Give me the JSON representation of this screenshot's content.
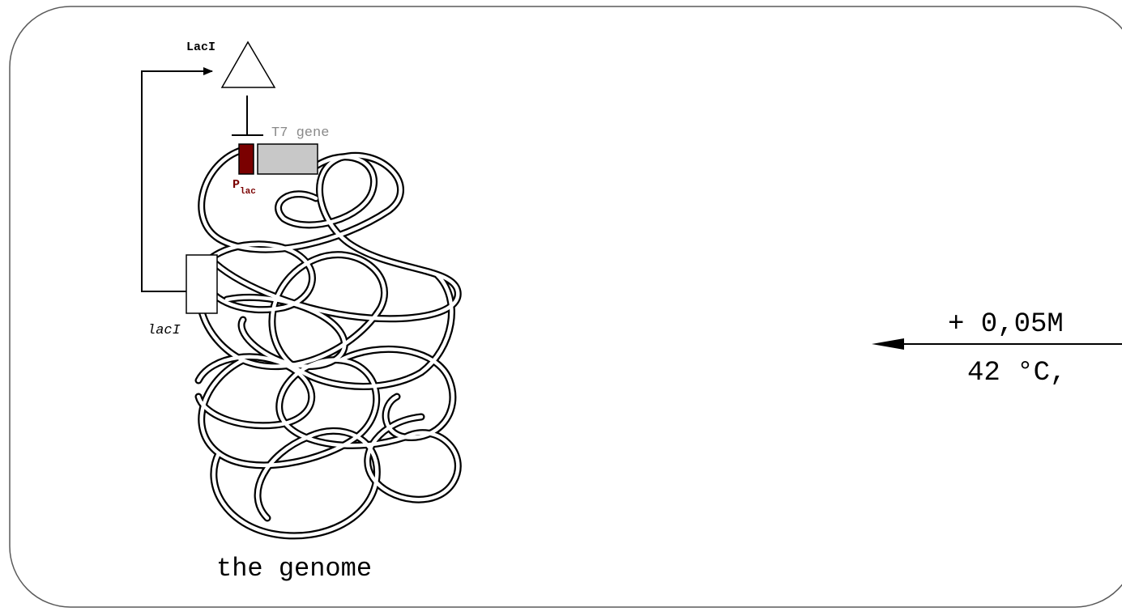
{
  "labels": {
    "protein": "LacI",
    "target_gene": "T7 gene",
    "promoter_letter": "P",
    "promoter_subscript": "lac",
    "repressor_gene": "lacI",
    "genome_caption": "the genome",
    "condition_top": "+ 0,05M",
    "condition_bottom": "42 °C,"
  },
  "colors": {
    "promoter": "#7a0000",
    "target_gene_fill": "#c8c8c8",
    "target_gene_text": "#8a8a8a",
    "ink": "#000000",
    "frame": "#5a5a5a"
  }
}
